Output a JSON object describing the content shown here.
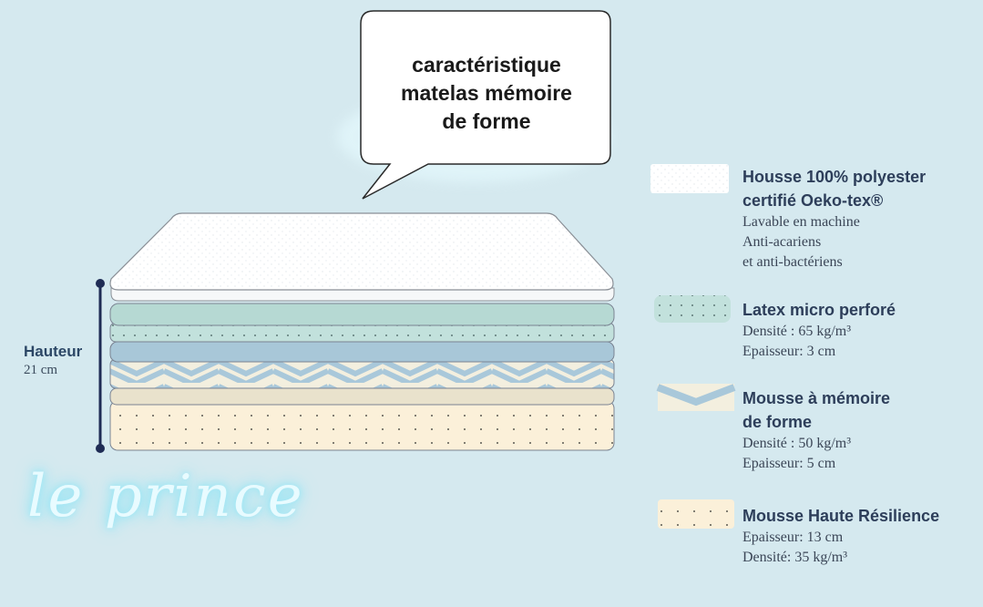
{
  "bubble": {
    "lines": [
      "caractéristique",
      "matelas mémoire",
      "de forme"
    ]
  },
  "height": {
    "label": "Hauteur",
    "value": "21 cm"
  },
  "brand": "le prince",
  "legend": [
    {
      "title_lines": [
        "Housse 100% polyester",
        "certifié Oeko-tex®"
      ],
      "details": [
        "Lavable en machine",
        "Anti-acariens",
        "et anti-bactériens"
      ]
    },
    {
      "title_lines": [
        "Latex micro perforé"
      ],
      "details": [
        "Densité : 65 kg/m³",
        "Epaisseur: 3 cm"
      ]
    },
    {
      "title_lines": [
        "Mousse à mémoire",
        "de forme"
      ],
      "details": [
        "Densité : 50 kg/m³",
        "Epaisseur: 5 cm"
      ]
    },
    {
      "title_lines": [
        "Mousse Haute Résilience"
      ],
      "details": [
        "Epaisseur: 13 cm",
        "Densité: 35 kg/m³"
      ]
    }
  ],
  "colors": {
    "background": "#d5e9ef",
    "cover": "#ffffff",
    "latex": "#b9dcd6",
    "memory_blue": "#a8c7d8",
    "memory_cream": "#f2eedf",
    "hr_foam": "#fbf0d9",
    "hr_top": "#e9e2cc",
    "ruler": "#1f2c55"
  }
}
